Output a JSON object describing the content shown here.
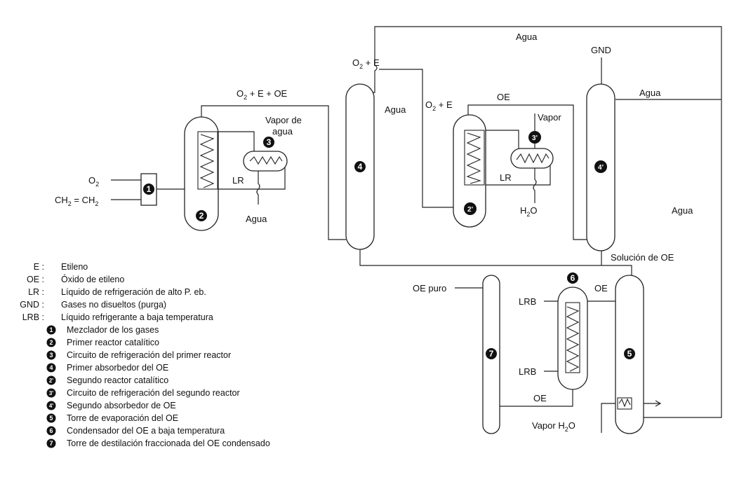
{
  "stream_labels": {
    "o2_feed": "O",
    "o2_feed_sub": "2",
    "ethylene_feed_a": "CH",
    "ethylene_feed_sub1": "2",
    "ethylene_feed_b": " = CH",
    "ethylene_feed_sub2": "2",
    "top_o2_e_oe_a": "O",
    "top_o2_e_oe_sub": "2",
    "top_o2_e_oe_b": " + E + OE",
    "o2_e_top_a": "O",
    "o2_e_top_sub": "2",
    "o2_e_top_b": " + E",
    "o2_e_mid_a": "O",
    "o2_e_mid_sub": "2",
    "o2_e_mid_b": " + E",
    "agua_top": "Agua",
    "agua_abs1": "Agua",
    "agua_r1": "Agua",
    "agua_right_top": "Agua",
    "agua_right": "Agua",
    "vapor_de_agua_1": "Vapor de",
    "vapor_de_agua_2": "agua",
    "lr_1": "LR",
    "lr_2": "LR",
    "oe_top": "OE",
    "vapor_2": "Vapor",
    "h2o_a": "H",
    "h2o_sub": "2",
    "h2o_b": "O",
    "gnd": "GND",
    "solucion_oe": "Solución de OE",
    "oe_puro": "OE puro",
    "oe_to_6": "OE",
    "oe_bottom": "OE",
    "lrb_1": "LRB",
    "lrb_2": "LRB",
    "vapor_h2o_a": "Vapor H",
    "vapor_h2o_sub": "2",
    "vapor_h2o_b": "O"
  },
  "unit_numbers": {
    "u1": "1",
    "u2": "2",
    "u3": "3",
    "u4": "4",
    "u2p": "2'",
    "u3p": "3'",
    "u4p": "4'",
    "u5": "5",
    "u6": "6",
    "u7": "7"
  },
  "legend_abbrev": [
    {
      "key": "E :",
      "text": "Etileno"
    },
    {
      "key": "OE :",
      "text": "Óxido de etileno"
    },
    {
      "key": "LR :",
      "text": "Líquido de refrigeración de alto P. eb."
    },
    {
      "key": "GND :",
      "text": "Gases no disueltos (purga)"
    },
    {
      "key": "LRB :",
      "text": "Líquido refrigerante a baja temperatura"
    }
  ],
  "legend_units": [
    {
      "num": "1",
      "text": "Mezclador de los gases"
    },
    {
      "num": "2",
      "text": "Primer reactor catalítico"
    },
    {
      "num": "3",
      "text": "Circuito de refrigeración del primer reactor"
    },
    {
      "num": "4",
      "text": "Primer absorbedor del OE"
    },
    {
      "num": "2'",
      "text": "Segundo reactor catalítico"
    },
    {
      "num": "3'",
      "text": "Circuito de refrigeración del segundo reactor"
    },
    {
      "num": "4'",
      "text": "Segundo absorbedor de OE"
    },
    {
      "num": "5",
      "text": "Torre de evaporación del OE"
    },
    {
      "num": "6",
      "text": "Condensador del OE a baja temperatura"
    },
    {
      "num": "7",
      "text": "Torre de destilación fraccionada del OE condensado"
    }
  ]
}
